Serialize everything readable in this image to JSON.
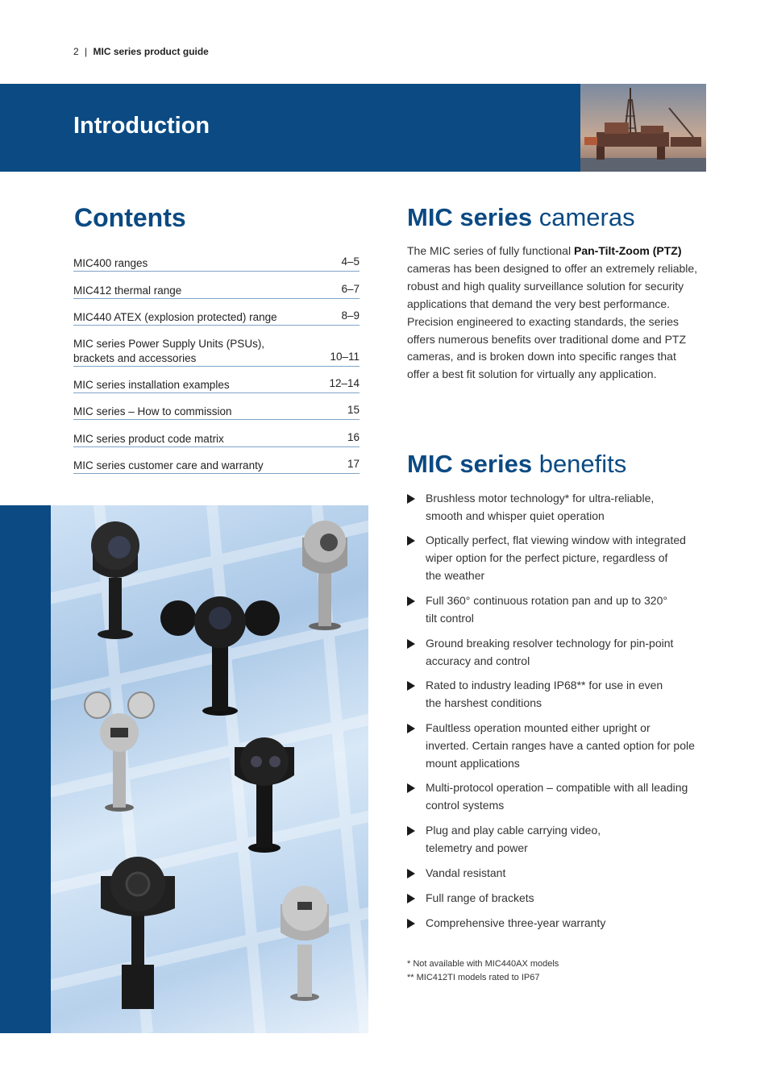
{
  "header": {
    "page_number": "2",
    "separator": "|",
    "guide_title": "MIC series product guide"
  },
  "banner": {
    "title": "Introduction"
  },
  "contents": {
    "title": "Contents",
    "items": [
      {
        "label": "MIC400 ranges",
        "pages": "4–5"
      },
      {
        "label": "MIC412 thermal range",
        "pages": "6–7"
      },
      {
        "label": "MIC440 ATEX (explosion protected) range",
        "pages": "8–9"
      },
      {
        "label": "MIC series Power Supply Units (PSUs),",
        "label2": "brackets and accessories",
        "pages": "10–11"
      },
      {
        "label": "MIC series installation examples",
        "pages": "12–14"
      },
      {
        "label": "MIC series – How to commission",
        "pages": "15"
      },
      {
        "label": "MIC series product code matrix",
        "pages": "16"
      },
      {
        "label": "MIC series customer care and warranty",
        "pages": "17"
      }
    ]
  },
  "cameras_section": {
    "title_bold": "MIC series",
    "title_light": "cameras",
    "para_pre": "The MIC series of fully functional ",
    "para_bold": "Pan-Tilt-Zoom (PTZ)",
    "para_lines": [
      "cameras has been designed to offer an extremely reliable,",
      "robust and high quality surveillance solution for security",
      "applications that demand the very best performance.",
      "Precision engineered to exacting standards, the series",
      "offers numerous benefits over traditional dome and PTZ",
      "cameras, and is broken down into specific ranges that",
      "offer a best fit solution for virtually any application."
    ]
  },
  "benefits_section": {
    "title_bold": "MIC series",
    "title_light": "benefits",
    "items": [
      {
        "lines": [
          "Brushless motor technology* for ultra-reliable,",
          "smooth and whisper quiet operation"
        ]
      },
      {
        "lines": [
          "Optically perfect, flat viewing window with integrated",
          "wiper option for the perfect picture, regardless of",
          "the weather"
        ]
      },
      {
        "lines": [
          "Full 360° continuous rotation pan and up to 320°",
          "tilt control"
        ]
      },
      {
        "lines": [
          "Ground breaking resolver technology for pin-point",
          "accuracy and control"
        ]
      },
      {
        "lines": [
          "Rated to industry leading IP68** for use in even",
          "the harshest conditions"
        ]
      },
      {
        "lines": [
          "Faultless operation mounted either upright or",
          "inverted. Certain ranges have a canted option for pole",
          "mount applications"
        ]
      },
      {
        "lines": [
          "Multi-protocol operation – compatible with all leading",
          "control systems"
        ]
      },
      {
        "lines": [
          "Plug and play cable carrying video,",
          "telemetry and power"
        ]
      },
      {
        "lines": [
          "Vandal resistant"
        ]
      },
      {
        "lines": [
          "Full range of brackets"
        ]
      },
      {
        "lines": [
          "Comprehensive three-year warranty"
        ]
      }
    ],
    "footnotes": [
      "*  Not available with MIC440AX models",
      "** MIC412TI models rated to IP67"
    ]
  },
  "colors": {
    "brand_blue": "#0b4a83",
    "rule": "#7fa3c6"
  },
  "images": {
    "banner_photo": "oil-rig-photo",
    "cameras_photo": "ptz-cameras-photo"
  }
}
